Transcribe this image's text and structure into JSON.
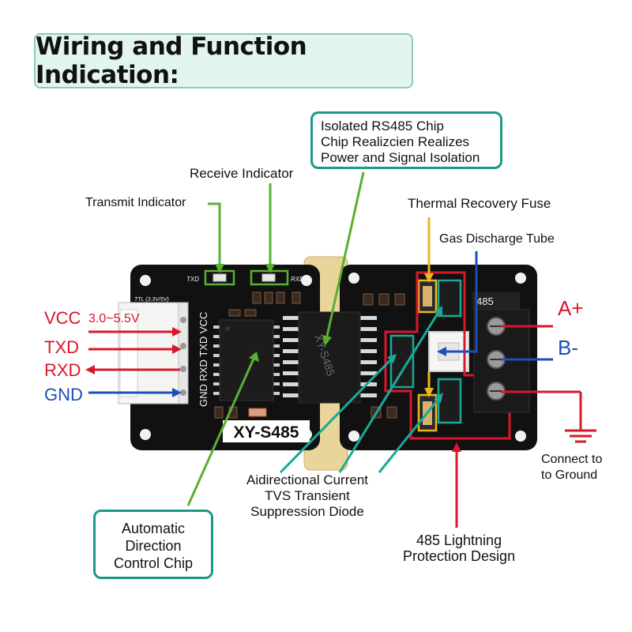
{
  "title": "Wiring and Function Indication:",
  "callouts": {
    "isolated_chip": [
      "Isolated RS485 Chip",
      "Chip Realizcien Realizes",
      "Power and Signal Isolation"
    ],
    "auto_direction": [
      "Automatic",
      "Direction",
      "Control Chip"
    ]
  },
  "labels": {
    "receive_indicator": "Receive Indicator",
    "transmit_indicator": "Transmit Indicator",
    "thermal_fuse": "Thermal Recovery Fuse",
    "gas_tube": "Gas Discharge Tube",
    "tvs_diode": [
      "Aidirectional Current",
      "TVS Transient",
      "Suppression Diode"
    ],
    "lightning": [
      "485 Lightning",
      "Protection Design"
    ],
    "ground": [
      "Connect to",
      "to Ground"
    ]
  },
  "wiring": {
    "vcc": "VCC",
    "vcc_range": "3.0~5.5V",
    "txd": "TXD",
    "rxd": "RXD",
    "gnd": "GND",
    "a_plus": "A+",
    "b_minus": "B-"
  },
  "board": {
    "model": "XY-S485",
    "chip_marking": "XY-S485",
    "ttl_label": "TTL (3.3V/5V)",
    "pin_labels": "GND RXD TXD VCC",
    "txd_led": "TXD",
    "rxd_led": "RXD",
    "terminal_label": "485"
  },
  "colors": {
    "red": "#d9172b",
    "blue": "#1c4fb8",
    "green": "#5ab030",
    "teal": "#1aa89a",
    "yellow": "#e8b820",
    "callout_border": "#1a9a86",
    "title_bg": "#e3f5ef",
    "board": "#111111"
  }
}
